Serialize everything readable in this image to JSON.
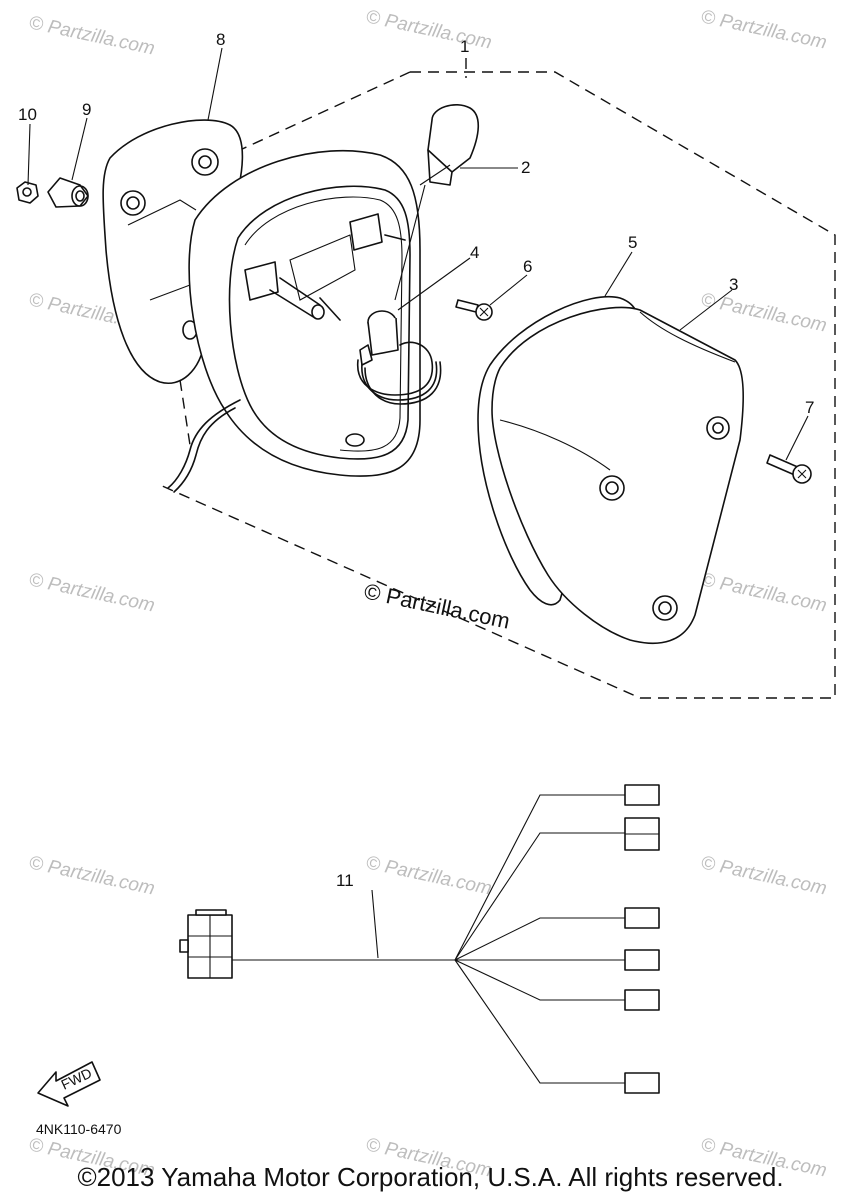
{
  "watermark": {
    "tile": "© Partzilla.com",
    "main": "© Partzilla.com"
  },
  "callouts": [
    "1",
    "2",
    "3",
    "4",
    "5",
    "6",
    "7",
    "8",
    "9",
    "10",
    "11"
  ],
  "fwd_label": "FWD",
  "diagram_code": "4NK110-6470",
  "copyright": "©2013 Yamaha Motor Corporation, U.S.A. All rights reserved."
}
